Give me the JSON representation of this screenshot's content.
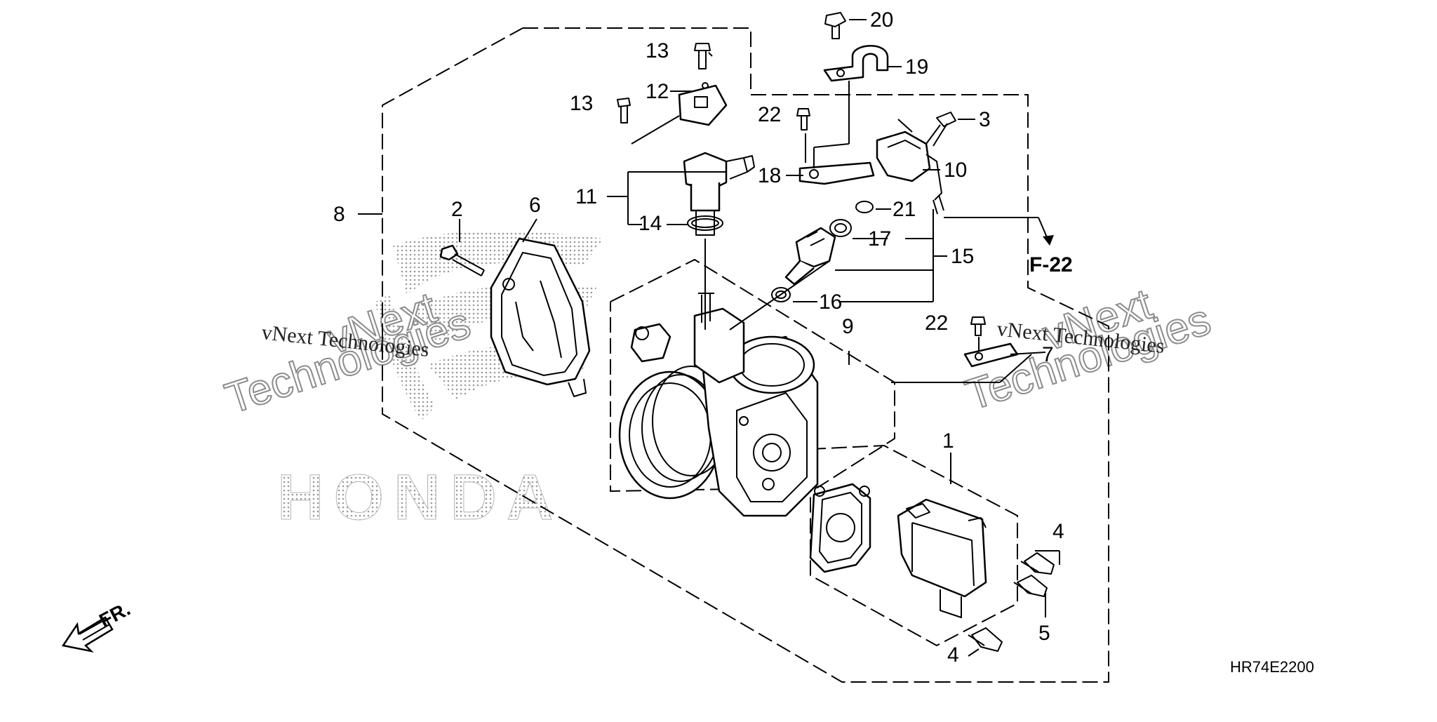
{
  "diagram": {
    "callouts": [
      {
        "id": "c1",
        "label": "1"
      },
      {
        "id": "c2",
        "label": "2"
      },
      {
        "id": "c3",
        "label": "3"
      },
      {
        "id": "c4a",
        "label": "4"
      },
      {
        "id": "c4b",
        "label": "4"
      },
      {
        "id": "c5",
        "label": "5"
      },
      {
        "id": "c6",
        "label": "6"
      },
      {
        "id": "c7",
        "label": "7"
      },
      {
        "id": "c8",
        "label": "8"
      },
      {
        "id": "c9",
        "label": "9"
      },
      {
        "id": "c10",
        "label": "10"
      },
      {
        "id": "c11",
        "label": "11"
      },
      {
        "id": "c12",
        "label": "12"
      },
      {
        "id": "c13a",
        "label": "13"
      },
      {
        "id": "c13b",
        "label": "13"
      },
      {
        "id": "c14",
        "label": "14"
      },
      {
        "id": "c15",
        "label": "15"
      },
      {
        "id": "c16",
        "label": "16"
      },
      {
        "id": "c17",
        "label": "17"
      },
      {
        "id": "c18",
        "label": "18"
      },
      {
        "id": "c19",
        "label": "19"
      },
      {
        "id": "c20",
        "label": "20"
      },
      {
        "id": "c21",
        "label": "21"
      },
      {
        "id": "c22a",
        "label": "22"
      },
      {
        "id": "c22b",
        "label": "22"
      }
    ],
    "reference_label": "F-22",
    "direction_label": "FR.",
    "diagram_code": "HR74E2200"
  },
  "watermark": {
    "brand": "HONDA",
    "text_small": "vNext Technologies",
    "text_big_line1": "vNext",
    "text_big_line2": "Technologies"
  },
  "colors": {
    "line": "#000000",
    "background": "#ffffff",
    "watermark_stroke": "#8c8c8c"
  }
}
